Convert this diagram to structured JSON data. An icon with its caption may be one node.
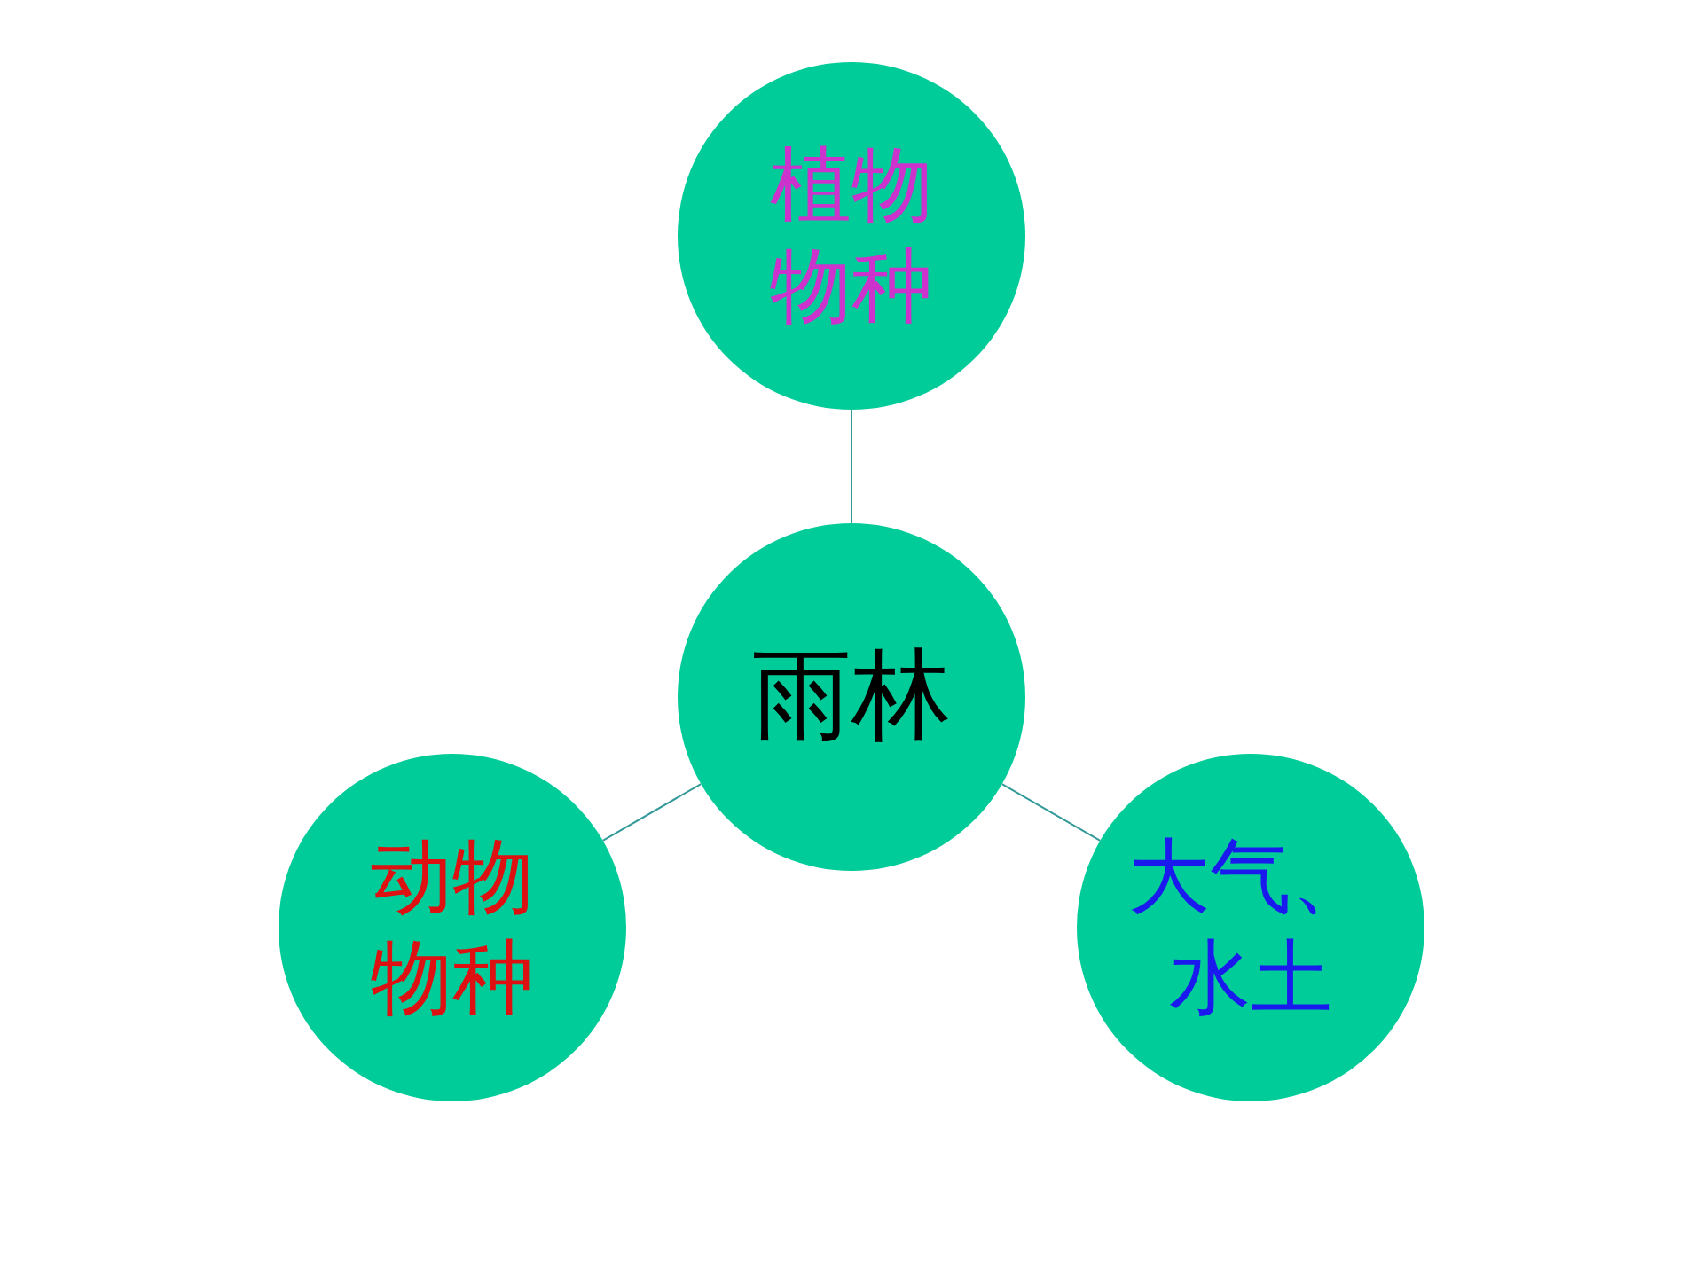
{
  "diagram": {
    "nodes": [
      {
        "text": [
          "植物物种"
        ]
      },
      {
        "text": [
          "雨林"
        ]
      },
      {
        "text": [
          "动物物种"
        ]
      },
      {
        "text": [
          "大气、水土"
        ]
      }
    ],
    "edges": [
      {
        "from": 1,
        "to": 0,
        "arrow": "none"
      },
      {
        "from": 1,
        "to": 2,
        "arrow": "none"
      },
      {
        "from": 1,
        "to": 3,
        "arrow": "none"
      }
    ]
  }
}
